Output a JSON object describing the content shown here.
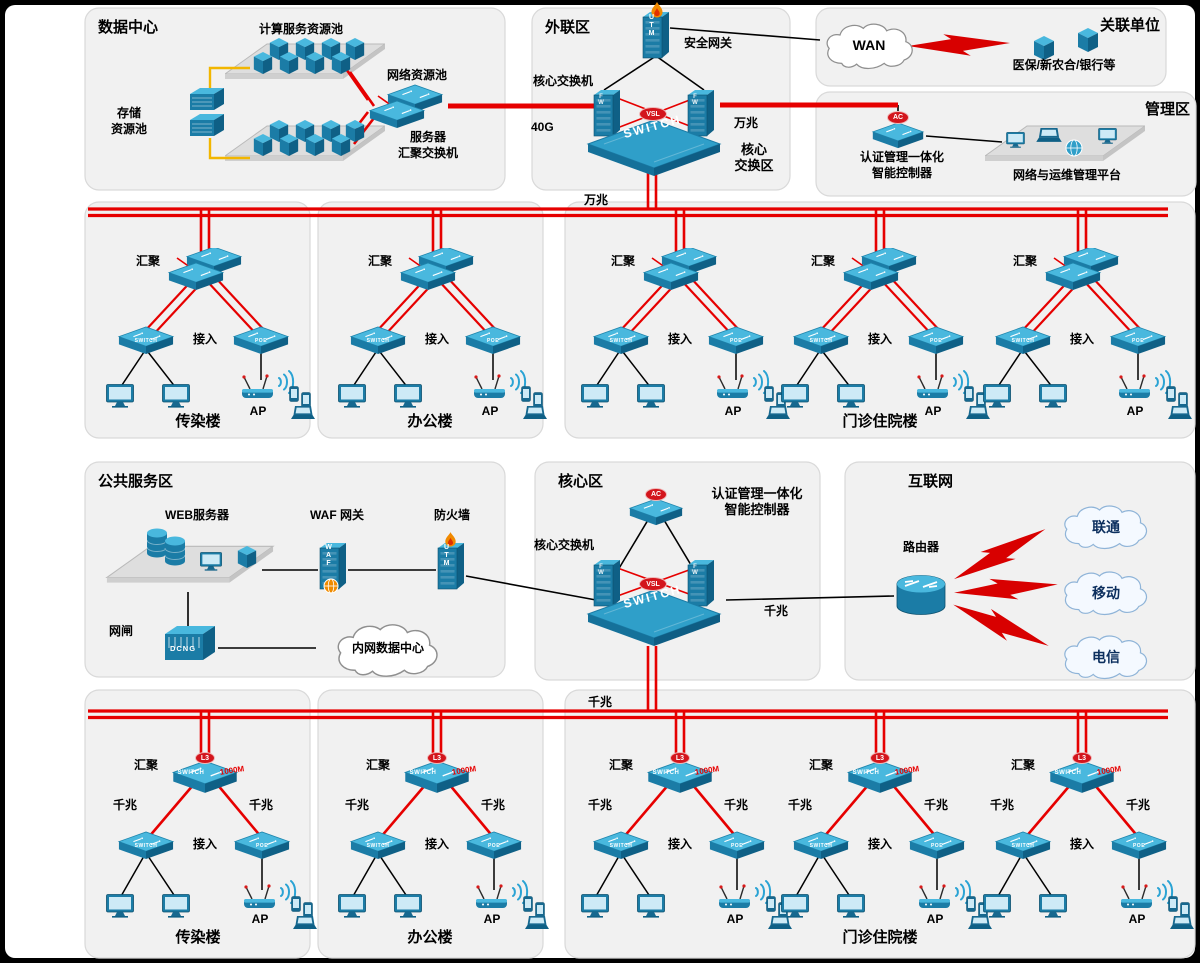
{
  "colors": {
    "link_red": "#e60000",
    "device_teal": "#1b7ca6",
    "device_teal_light": "#49b8de",
    "storage_link_yellow": "#f2b600",
    "badge_red": "#d3151c",
    "zone_gray": "#f1f1f1"
  },
  "icons": {
    "firewall": "flame-icon",
    "wireless": "wifi-arcs-icon",
    "isp_link": "lightning-bolt-icon",
    "cloud": "cloud-icon"
  },
  "zones": {
    "datacenter": {
      "title": "数据中心",
      "compute_pool": "计算服务资源池",
      "network_pool": "网络资源池",
      "storage_pool_line1": "存储",
      "storage_pool_line2": "资源池",
      "server_agg_line1": "服务器",
      "server_agg_line2": "汇聚交换机"
    },
    "external": {
      "title": "外联区",
      "gateway": "安全网关",
      "utm": "UTM",
      "core_switch": "核心交换机",
      "link_40g": "40G",
      "link_10g": "万兆",
      "core_area_line1": "核心",
      "core_area_line2": "交换区",
      "vsl": "VSL",
      "fw": "FW",
      "chassis": "SWITCH"
    },
    "partners": {
      "title": "关联单位",
      "wan": "WAN",
      "orgs": "医保/新农合/银行等"
    },
    "management": {
      "title": "管理区",
      "ac": "AC",
      "controller_line1": "认证管理一体化",
      "controller_line2": "智能控制器",
      "platform": "网络与运维管理平台"
    },
    "public_service": {
      "title": "公共服务区",
      "web_server": "WEB服务器",
      "waf_label": "WAF 网关",
      "waf": "WAF",
      "firewall": "防火墙",
      "utm": "UTM",
      "gap": "网闸",
      "dcng": "DCNG",
      "intranet_dc": "内网数据中心"
    },
    "core": {
      "title": "核心区",
      "ac": "AC",
      "controller_line1": "认证管理一体化",
      "controller_line2": "智能控制器",
      "core_switch": "核心交换机",
      "vsl": "VSL",
      "fw": "FW",
      "chassis": "SWITCH",
      "link_1g": "千兆"
    },
    "internet": {
      "title": "互联网",
      "router": "路由器",
      "isp1": "联通",
      "isp2": "移动",
      "isp3": "电信"
    }
  },
  "buses": {
    "top": "万兆",
    "bottom": "千兆"
  },
  "building_names_top": [
    "传染楼",
    "办公楼",
    "门诊住院楼"
  ],
  "building_names_bottom": [
    "传染楼",
    "办公楼",
    "门诊住院楼"
  ],
  "top_trees": [
    {
      "agg": "汇聚",
      "access": "接入",
      "ap": "AP",
      "sw": "SWITCH",
      "poe": "POE"
    },
    {
      "agg": "汇聚",
      "access": "接入",
      "ap": "AP",
      "sw": "SWITCH",
      "poe": "POE"
    },
    {
      "agg": "汇聚",
      "access": "接入",
      "ap": "AP",
      "sw": "SWITCH",
      "poe": "POE"
    },
    {
      "agg": "汇聚",
      "access": "接入",
      "ap": "AP",
      "sw": "SWITCH",
      "poe": "POE"
    },
    {
      "agg": "汇聚",
      "access": "接入",
      "ap": "AP",
      "sw": "SWITCH",
      "poe": "POE"
    }
  ],
  "bottom_trees": [
    {
      "agg": "汇聚",
      "l3": "L3",
      "agg_sw": "SWITCH",
      "m1000": "1000M",
      "g_left": "千兆",
      "g_right": "千兆",
      "access": "接入",
      "ap": "AP",
      "sw": "SWITCH",
      "poe": "POE"
    },
    {
      "agg": "汇聚",
      "l3": "L3",
      "agg_sw": "SWITCH",
      "m1000": "1000M",
      "g_left": "千兆",
      "g_right": "千兆",
      "access": "接入",
      "ap": "AP",
      "sw": "SWITCH",
      "poe": "POE"
    },
    {
      "agg": "汇聚",
      "l3": "L3",
      "agg_sw": "SWITCH",
      "m1000": "1000M",
      "g_left": "千兆",
      "g_right": "千兆",
      "access": "接入",
      "ap": "AP",
      "sw": "SWITCH",
      "poe": "POE"
    },
    {
      "agg": "汇聚",
      "l3": "L3",
      "agg_sw": "SWITCH",
      "m1000": "1000M",
      "g_left": "千兆",
      "g_right": "千兆",
      "access": "接入",
      "ap": "AP",
      "sw": "SWITCH",
      "poe": "POE"
    },
    {
      "agg": "汇聚",
      "l3": "L3",
      "agg_sw": "SWITCH",
      "m1000": "1000M",
      "g_left": "千兆",
      "g_right": "千兆",
      "access": "接入",
      "ap": "AP",
      "sw": "SWITCH",
      "poe": "POE"
    }
  ]
}
